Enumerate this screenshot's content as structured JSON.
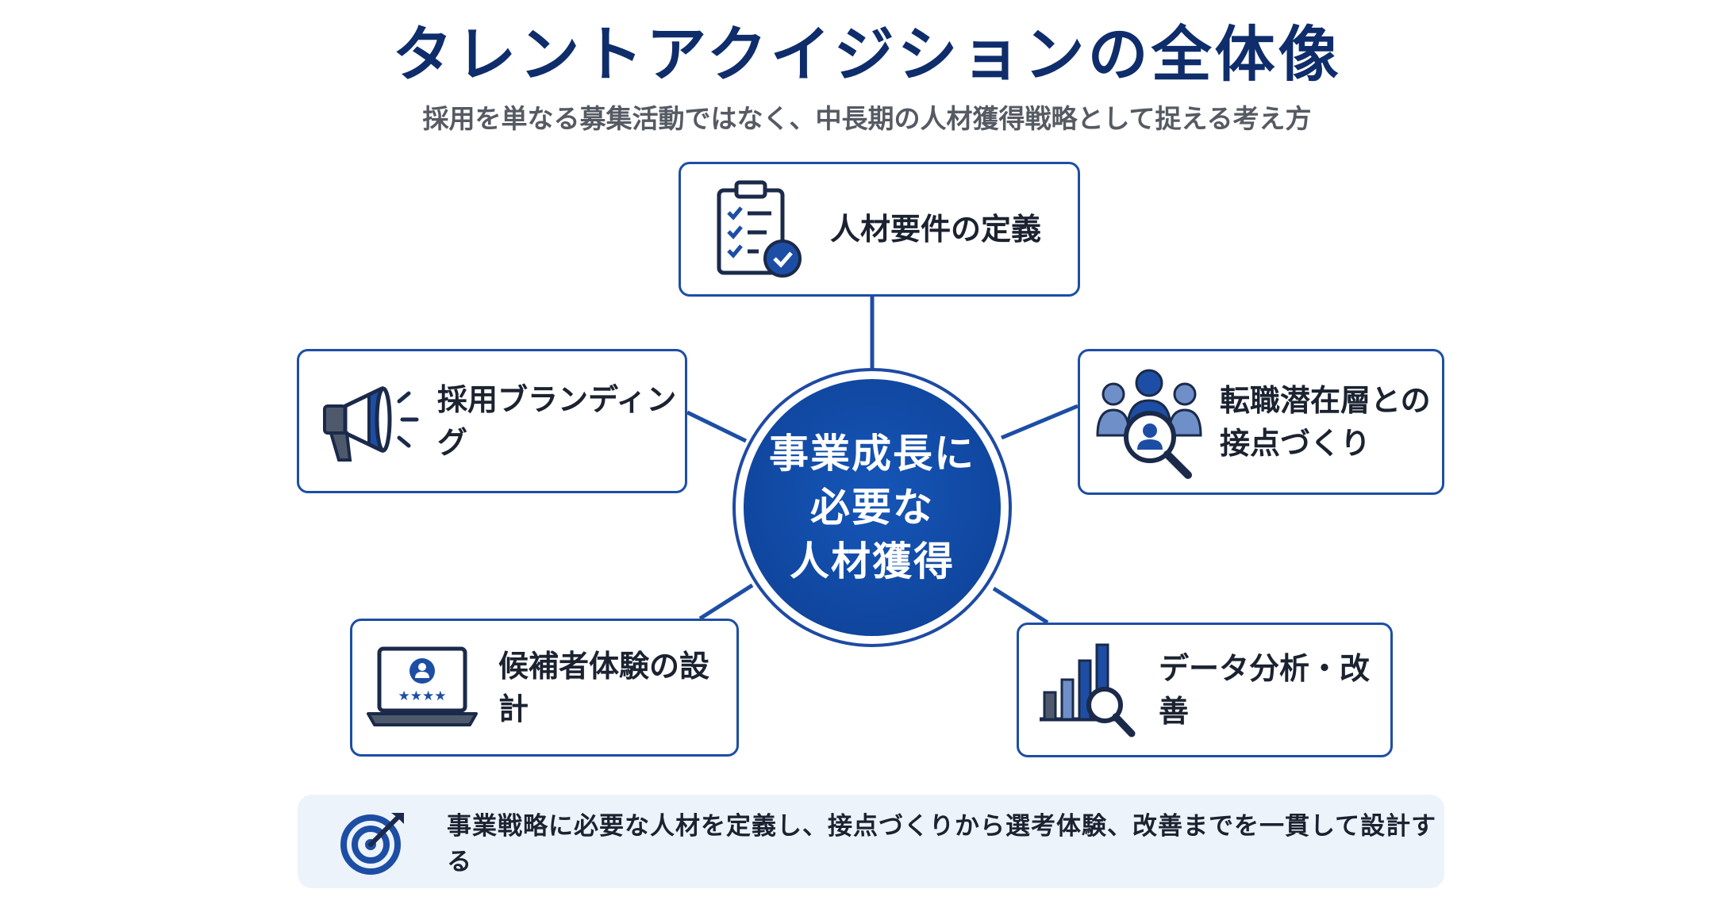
{
  "title": "タレントアクイジションの全体像",
  "subtitle": "採用を単なる募集活動ではなく、中長期の人材獲得戦略として捉える考え方",
  "hub": {
    "lines": [
      "事業成長に",
      "必要な",
      "人材獲得"
    ]
  },
  "nodes": {
    "top": {
      "label": "人材要件の定義",
      "icon": "clipboard-check-icon"
    },
    "left": {
      "label": "採用ブランディング",
      "icon": "megaphone-icon"
    },
    "right": {
      "lines": [
        "転職潜在層との",
        "接点づくり"
      ],
      "icon": "people-search-icon"
    },
    "bottom_left": {
      "label": "候補者体験の設計",
      "icon": "laptop-rating-icon"
    },
    "bottom_right": {
      "label": "データ分析・改善",
      "icon": "bar-chart-search-icon"
    }
  },
  "banner": {
    "text": "事業戦略に必要な人材を定義し、接点づくりから選考体験、改善までを一貫して設計する",
    "icon": "target-icon"
  },
  "colors": {
    "navy": "#0f2d6b",
    "accent": "#1d4ea5",
    "hub_fill": "#0d3f93",
    "banner_bg": "#edf3fb"
  }
}
